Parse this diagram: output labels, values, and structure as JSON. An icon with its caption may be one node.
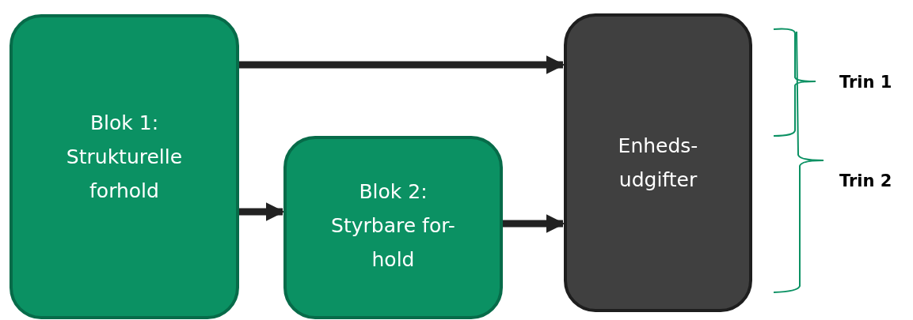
{
  "diagram": {
    "nodes": [
      {
        "text": [
          "Blok 1: Strukturelle forhold"
        ]
      },
      {
        "text": [
          "Blok 2: Styrbare for- hold"
        ]
      },
      {
        "text": [
          "Enheds- udgifter"
        ]
      }
    ],
    "edges": [
      {
        "from": 0,
        "to": 2,
        "arrow": "to"
      },
      {
        "from": 0,
        "to": 1,
        "arrow": "to"
      },
      {
        "from": 1,
        "to": 2,
        "arrow": "to"
      }
    ],
    "labels": [
      "Trin 1",
      "Trin 2"
    ]
  }
}
